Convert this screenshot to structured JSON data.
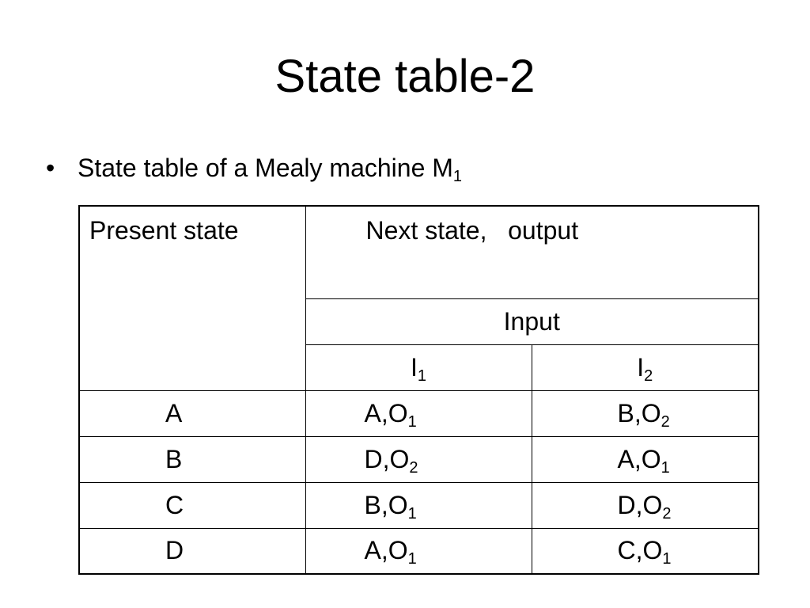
{
  "slide": {
    "title": "State table-2",
    "bullet": {
      "symbol": "•",
      "text": "State table of a Mealy machine M",
      "subscript": "1"
    }
  },
  "table": {
    "present_state_header": "Present state",
    "next_state_header": "Next state,   output",
    "input_header": "Input",
    "inputs": [
      {
        "base": "I",
        "sub": "1"
      },
      {
        "base": "I",
        "sub": "2"
      }
    ],
    "rows": [
      {
        "state": "A",
        "i1": {
          "next": "A,O",
          "sub": "1"
        },
        "i2": {
          "next": "B,O",
          "sub": "2"
        }
      },
      {
        "state": "B",
        "i1": {
          "next": "D,O",
          "sub": "2"
        },
        "i2": {
          "next": "A,O",
          "sub": "1"
        }
      },
      {
        "state": "C",
        "i1": {
          "next": "B,O",
          "sub": "1"
        },
        "i2": {
          "next": "D,O",
          "sub": "2"
        }
      },
      {
        "state": "D",
        "i1": {
          "next": "A,O",
          "sub": "1"
        },
        "i2": {
          "next": "C,O",
          "sub": "1"
        }
      }
    ]
  }
}
